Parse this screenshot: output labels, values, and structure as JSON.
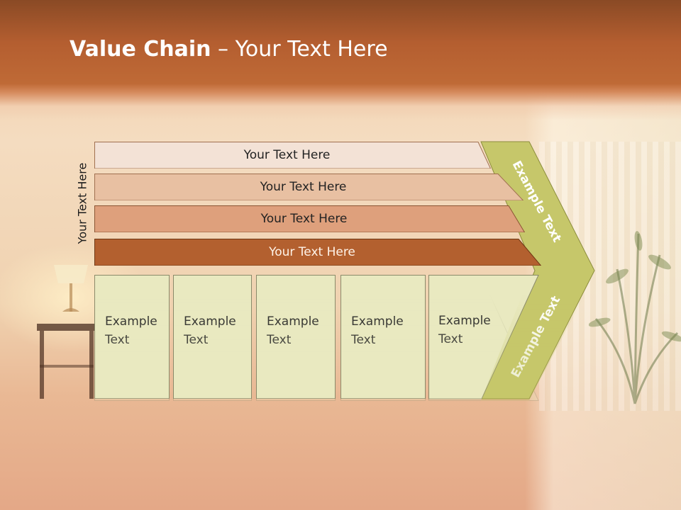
{
  "slide": {
    "title_bold": "Value Chain",
    "title_rest": " – Your Text Here",
    "vertical_label": "Your Text Here",
    "bars": [
      {
        "label": "Your Text Here",
        "fill": "#f3e2d6",
        "stroke": "#a07050"
      },
      {
        "label": "Your Text Here",
        "fill": "#e8c0a2",
        "stroke": "#a07050"
      },
      {
        "label": "Your Text Here",
        "fill": "#dea07c",
        "stroke": "#8a5533"
      },
      {
        "label": "Your Text Here",
        "fill": "#b3602f",
        "stroke": "#6d3714"
      }
    ],
    "boxes": [
      {
        "line1": "Example",
        "line2": "Text"
      },
      {
        "line1": "Example",
        "line2": "Text"
      },
      {
        "line1": "Example",
        "line2": "Text"
      },
      {
        "line1": "Example",
        "line2": "Text"
      },
      {
        "line1": "Example",
        "line2": "Text"
      }
    ],
    "chevron_top_label": "Example Text",
    "chevron_bottom_label": "Example Text",
    "colors": {
      "banner": "#b45e30",
      "title_text": "#ffffff",
      "box_fill": "#e9e9c0",
      "chevron_fill": "#c6c76a"
    }
  }
}
